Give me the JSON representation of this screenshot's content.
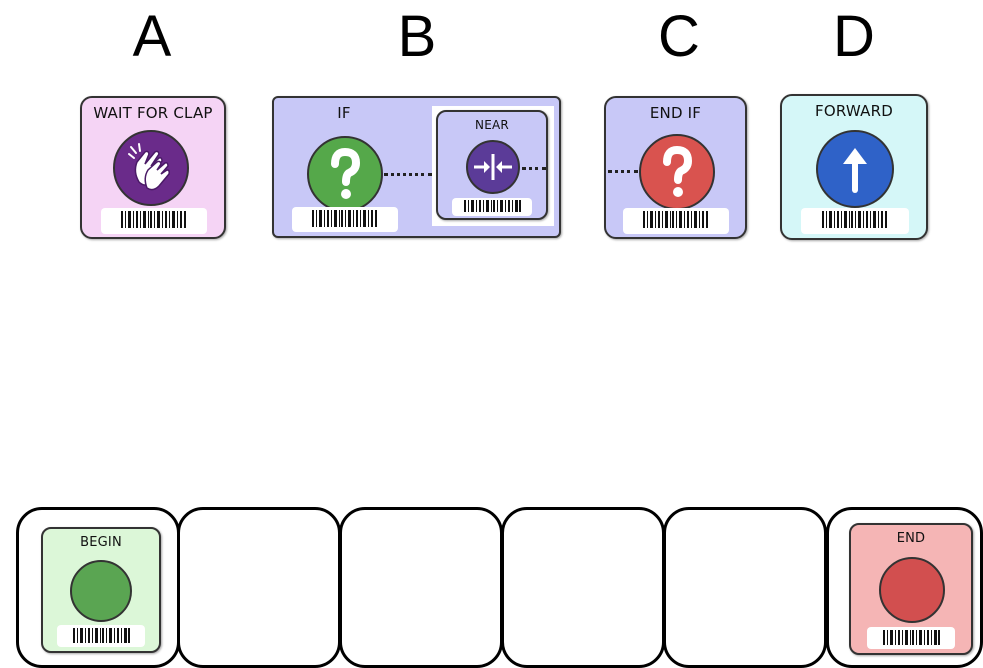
{
  "letters": {
    "a": "A",
    "b": "B",
    "c": "C",
    "d": "D"
  },
  "cards": {
    "wait_for_clap": {
      "label": "WAIT FOR CLAP",
      "color": "#f5d4f5",
      "icon": "clap-hands-icon",
      "icon_color": "#6a2b8a"
    },
    "if_block": {
      "label": "IF",
      "color": "#c8c8f7",
      "icon": "question-mark-icon",
      "icon_color": "#55a84a"
    },
    "near_sensor": {
      "label": "NEAR",
      "color": "#c8c8f7",
      "icon": "near-arrows-icon",
      "icon_color": "#5b3b98"
    },
    "end_if": {
      "label": "END IF",
      "color": "#c8c8f7",
      "icon": "question-mark-icon",
      "icon_color": "#d9534f"
    },
    "forward": {
      "label": "FORWARD",
      "color": "#d5f7f8",
      "icon": "up-arrow-icon",
      "icon_color": "#2f62c8"
    }
  },
  "program_strip": {
    "begin": {
      "label": "BEGIN",
      "color": "#dcf7d8",
      "circle_color": "#5aa552"
    },
    "end": {
      "label": "END",
      "color": "#f5b5b5",
      "circle_color": "#d24f4f"
    },
    "empty_slots": 4
  }
}
